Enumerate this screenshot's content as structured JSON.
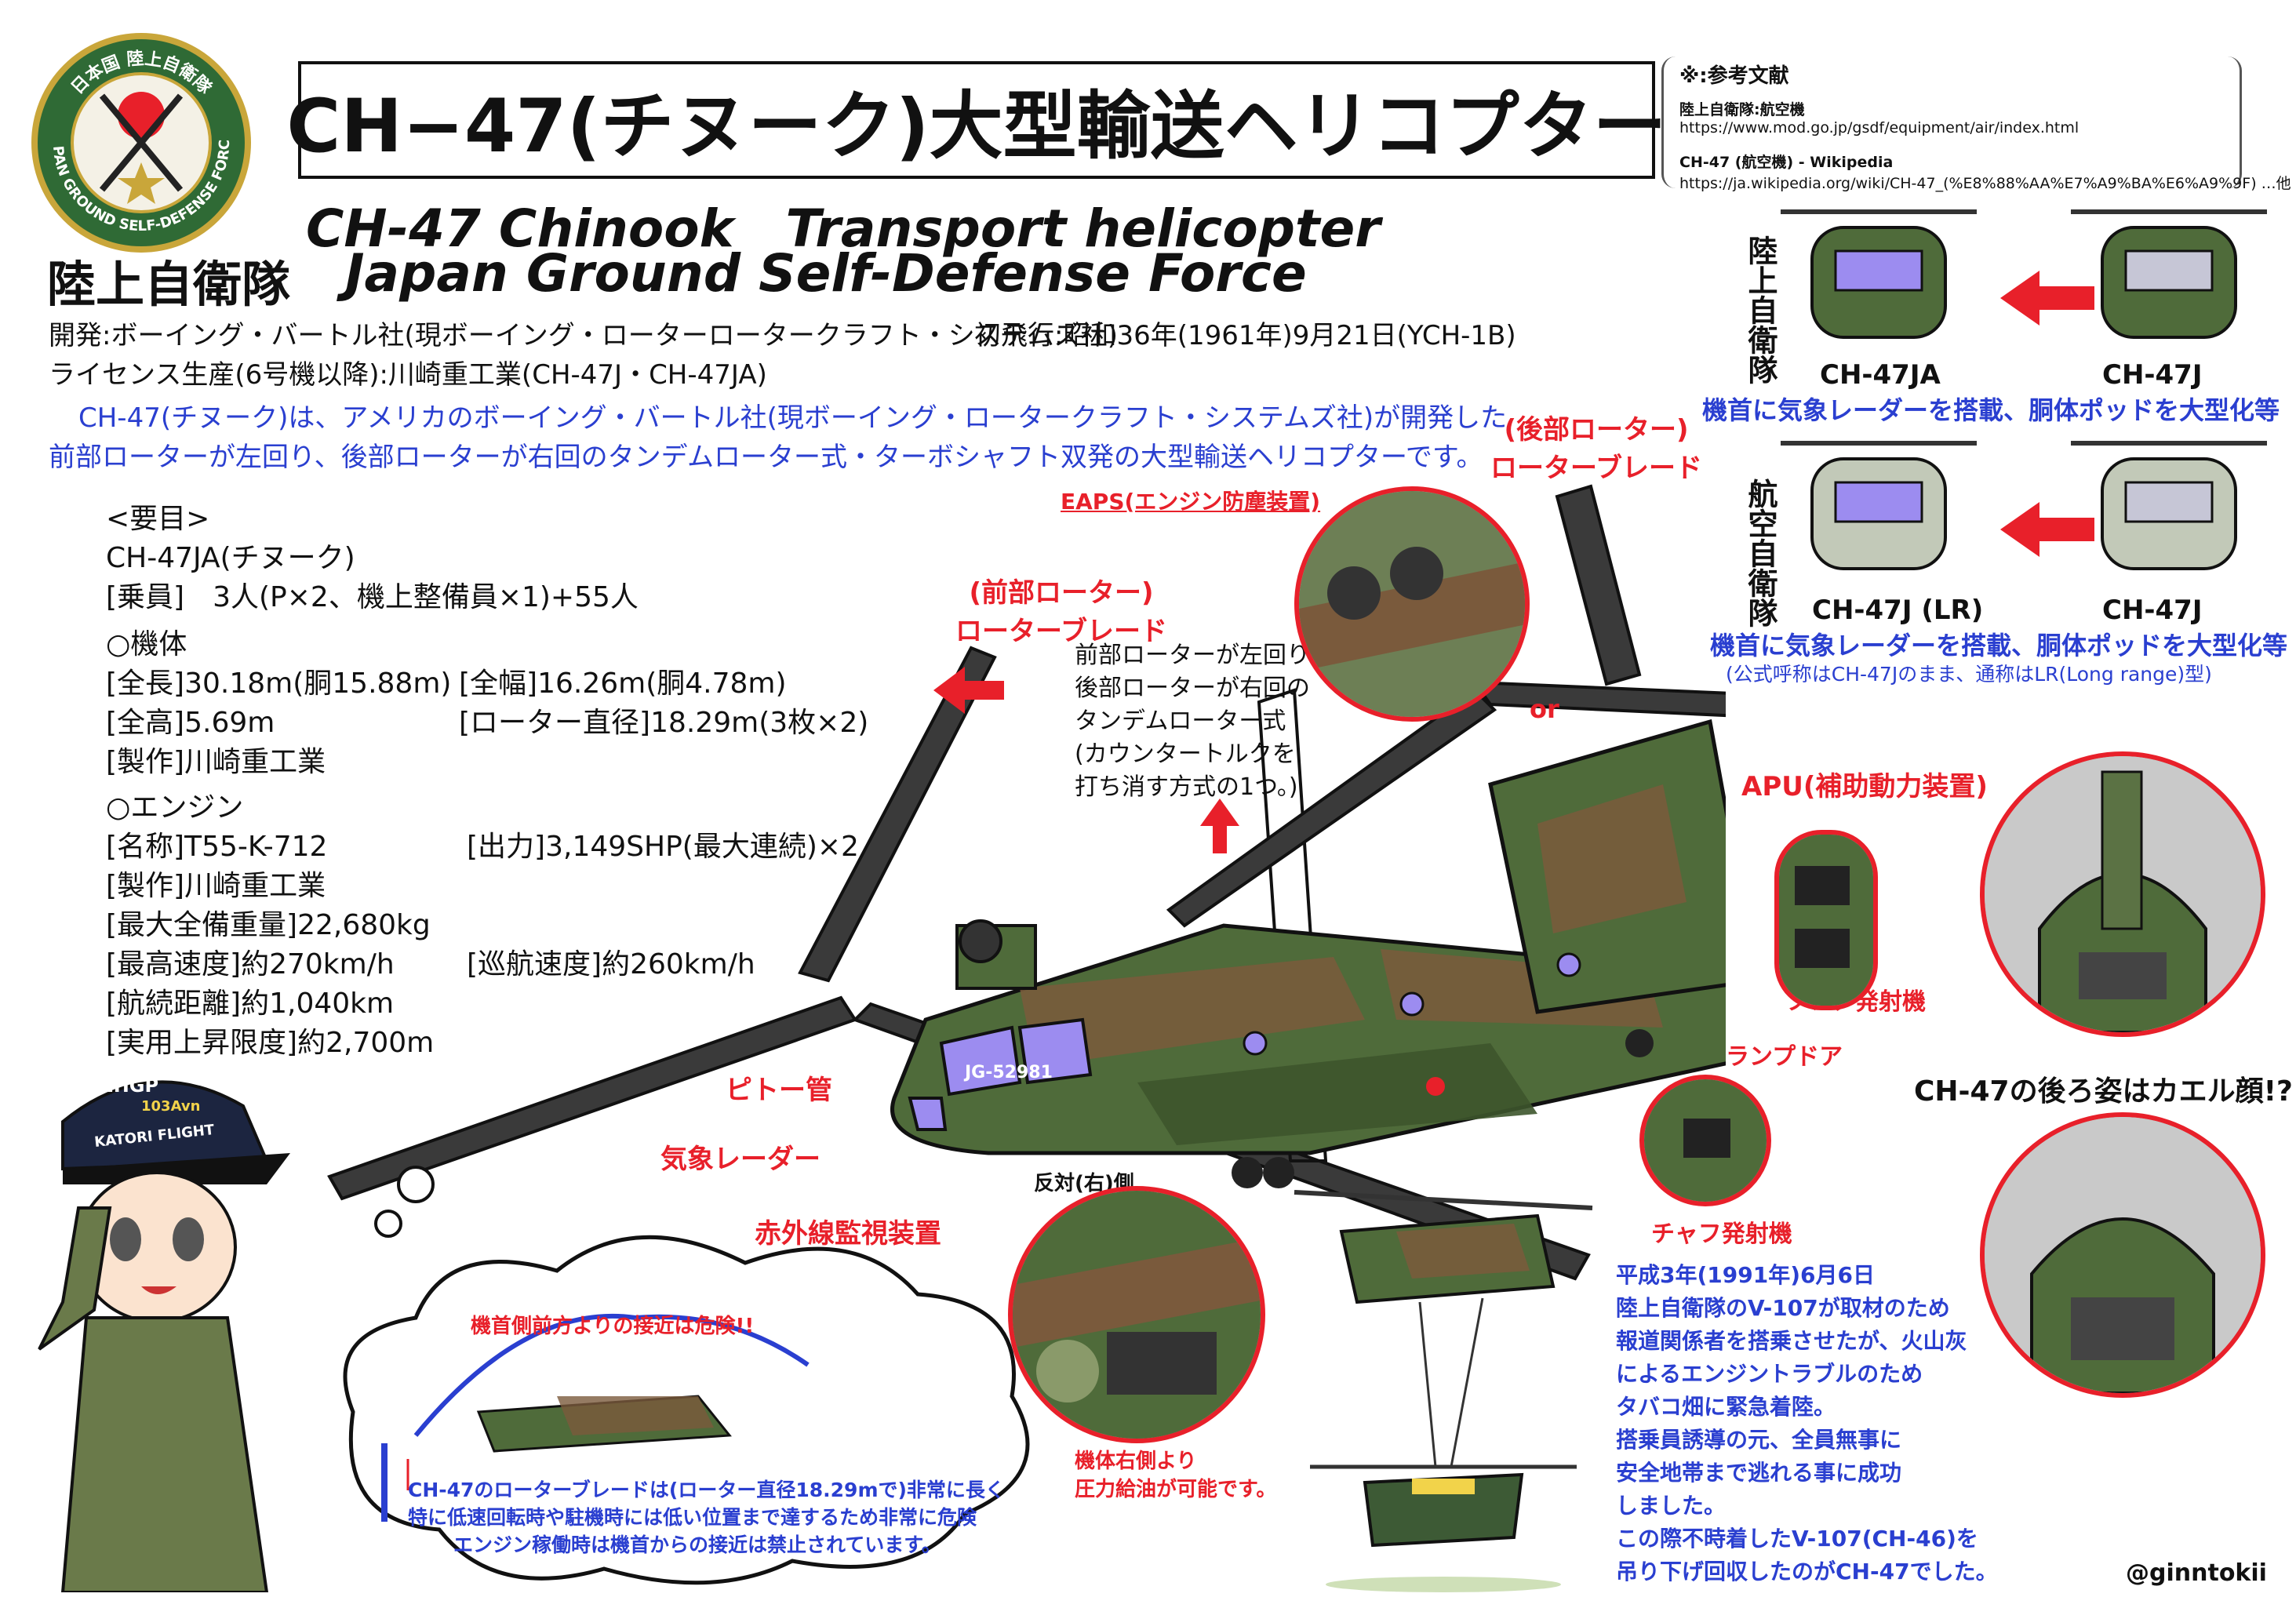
{
  "header": {
    "title": "CH−47(チヌーク)大型輸送ヘリコプター",
    "subtitle_en": "CH-47 Chinook　Transport helicopter",
    "org_jp": "陸上自衛隊",
    "org_en": "Japan Ground Self-Defense Force"
  },
  "emblem": {
    "top_text": "日本国 陸上自衛隊",
    "bottom_text": "JAPAN GROUND SELF-DEFENSE FORCE"
  },
  "references": {
    "heading": "※:参考文献",
    "items": [
      {
        "title": "陸上自衛隊:航空機",
        "url": "https://www.mod.go.jp/gsdf/equipment/air/index.html"
      },
      {
        "title": "CH-47 (航空機) - Wikipedia",
        "url": "https://ja.wikipedia.org/wiki/CH-47_(%E8%88%AA%E7%A9%BA%E6%A9%9F) …他"
      }
    ]
  },
  "info": {
    "developer": "開発:ボーイング・バートル社(現ボーイング・ローターロータークラフト・システムズ社)",
    "first_flight": "初飛行:昭和36年(1961年)9月21日(YCH-1B)",
    "license": "ライセンス生産(6号機以降):川崎重工業(CH-47J・CH-47JA)",
    "desc1": "CH-47(チヌーク)は、アメリカのボーイング・バートル社(現ボーイング・ロータークラフト・システムズ社)が開発した",
    "desc2": "前部ローターが左回り、後部ローターが右回のタンデムローター式・ターボシャフト双発の大型輸送ヘリコプターです。"
  },
  "specs": {
    "heading": "<要目>",
    "model": "CH-47JA(チヌーク)",
    "crew": "[乗員]　3人(P×2、機上整備員×1)+55人",
    "airframe_heading": "○機体",
    "length": "[全長]30.18m(胴15.88m)",
    "width": "[全幅]16.26m(胴4.78m)",
    "height": "[全高]5.69m",
    "rotor": "[ローター直径]18.29m(3枚×2)",
    "maker1": "[製作]川崎重工業",
    "engine_heading": "○エンジン",
    "engine_name": "[名称]T55-K-712",
    "output": "[出力]3,149SHP(最大連続)×2",
    "maker2": "[製作]川崎重工業",
    "max_weight": "[最大全備重量]22,680kg",
    "max_speed": "[最高速度]約270km/h",
    "cruise": "[巡航速度]約260km/h",
    "range": "[航続距離]約1,040km",
    "ceiling": "[実用上昇限度]約2,700m"
  },
  "callouts": {
    "rear_rotor": "(後部ローター)\nローターブレード",
    "front_rotor": "(前部ローター)\nローターブレード",
    "eaps": "EAPS(エンジン防塵装置)",
    "rotation_note": "前部ローターが左回り\n後部ローターが右回の\nタンデムローター式\n(カウンタートルクを\n打ち消す方式の1つ。)",
    "or": "or",
    "apu": "APU(補助動力装置)",
    "flare": "フレア発射機",
    "ramp": "ランプドア",
    "pitot": "ピトー管",
    "radar": "気象レーダー",
    "ir": "赤外線監視装置",
    "chaff": "チャフ発射機",
    "opposite": "反対(右)側",
    "refuel": "機体右側より\n圧力給油が可能です。",
    "frog": "CH-47の後ろ姿はカエル顔!?",
    "hat_text": "KATORI FLIGHT",
    "hat_logo": "1HGP",
    "hat_unit": "103Avn",
    "nose_code": "JG-52981"
  },
  "variants": {
    "gsdf_label": "陸上自衛隊",
    "asdf_label": "航空自衛隊",
    "gsdf_left": "CH-47JA",
    "gsdf_right": "CH-47J",
    "gsdf_note": "機首に気象レーダーを搭載、胴体ポッドを大型化等",
    "asdf_left": "CH-47J (LR)",
    "asdf_right": "CH-47J",
    "asdf_note": "機首に気象レーダーを搭載、胴体ポッドを大型化等",
    "asdf_sub": "(公式呼称はCH-47Jのまま、通称はLR(Long range)型)"
  },
  "warning": {
    "bubble_title": "機首側前方よりの接近は危険!!",
    "line1": "CH-47のローターブレードは(ローター直径18.29mで)非常に長く",
    "line2": "特に低速回転時や駐機時には低い位置まで達するため非常に危険",
    "line3": "エンジン稼働時は機首からの接近は禁止されています。"
  },
  "story": [
    "平成3年(1991年)6月6日",
    "陸上自衛隊のV-107が取材のため",
    "報道関係者を搭乗させたが、火山灰",
    "によるエンジントラブルのため",
    "タバコ畑に緊急着陸。",
    "搭乗員誘導の元、全員無事に",
    "安全地帯まで逃れる事に成功",
    "しました。",
    "この際不時着したV-107(CH-46)を",
    "吊り下げ回収したのがCH-47でした。"
  ],
  "credit": "@ginntokii",
  "colors": {
    "accent_red": "#e8202a",
    "text_blue": "#2a3fd0",
    "camo_green": "#4f6b3a",
    "camo_brown": "#7a5a3c"
  }
}
